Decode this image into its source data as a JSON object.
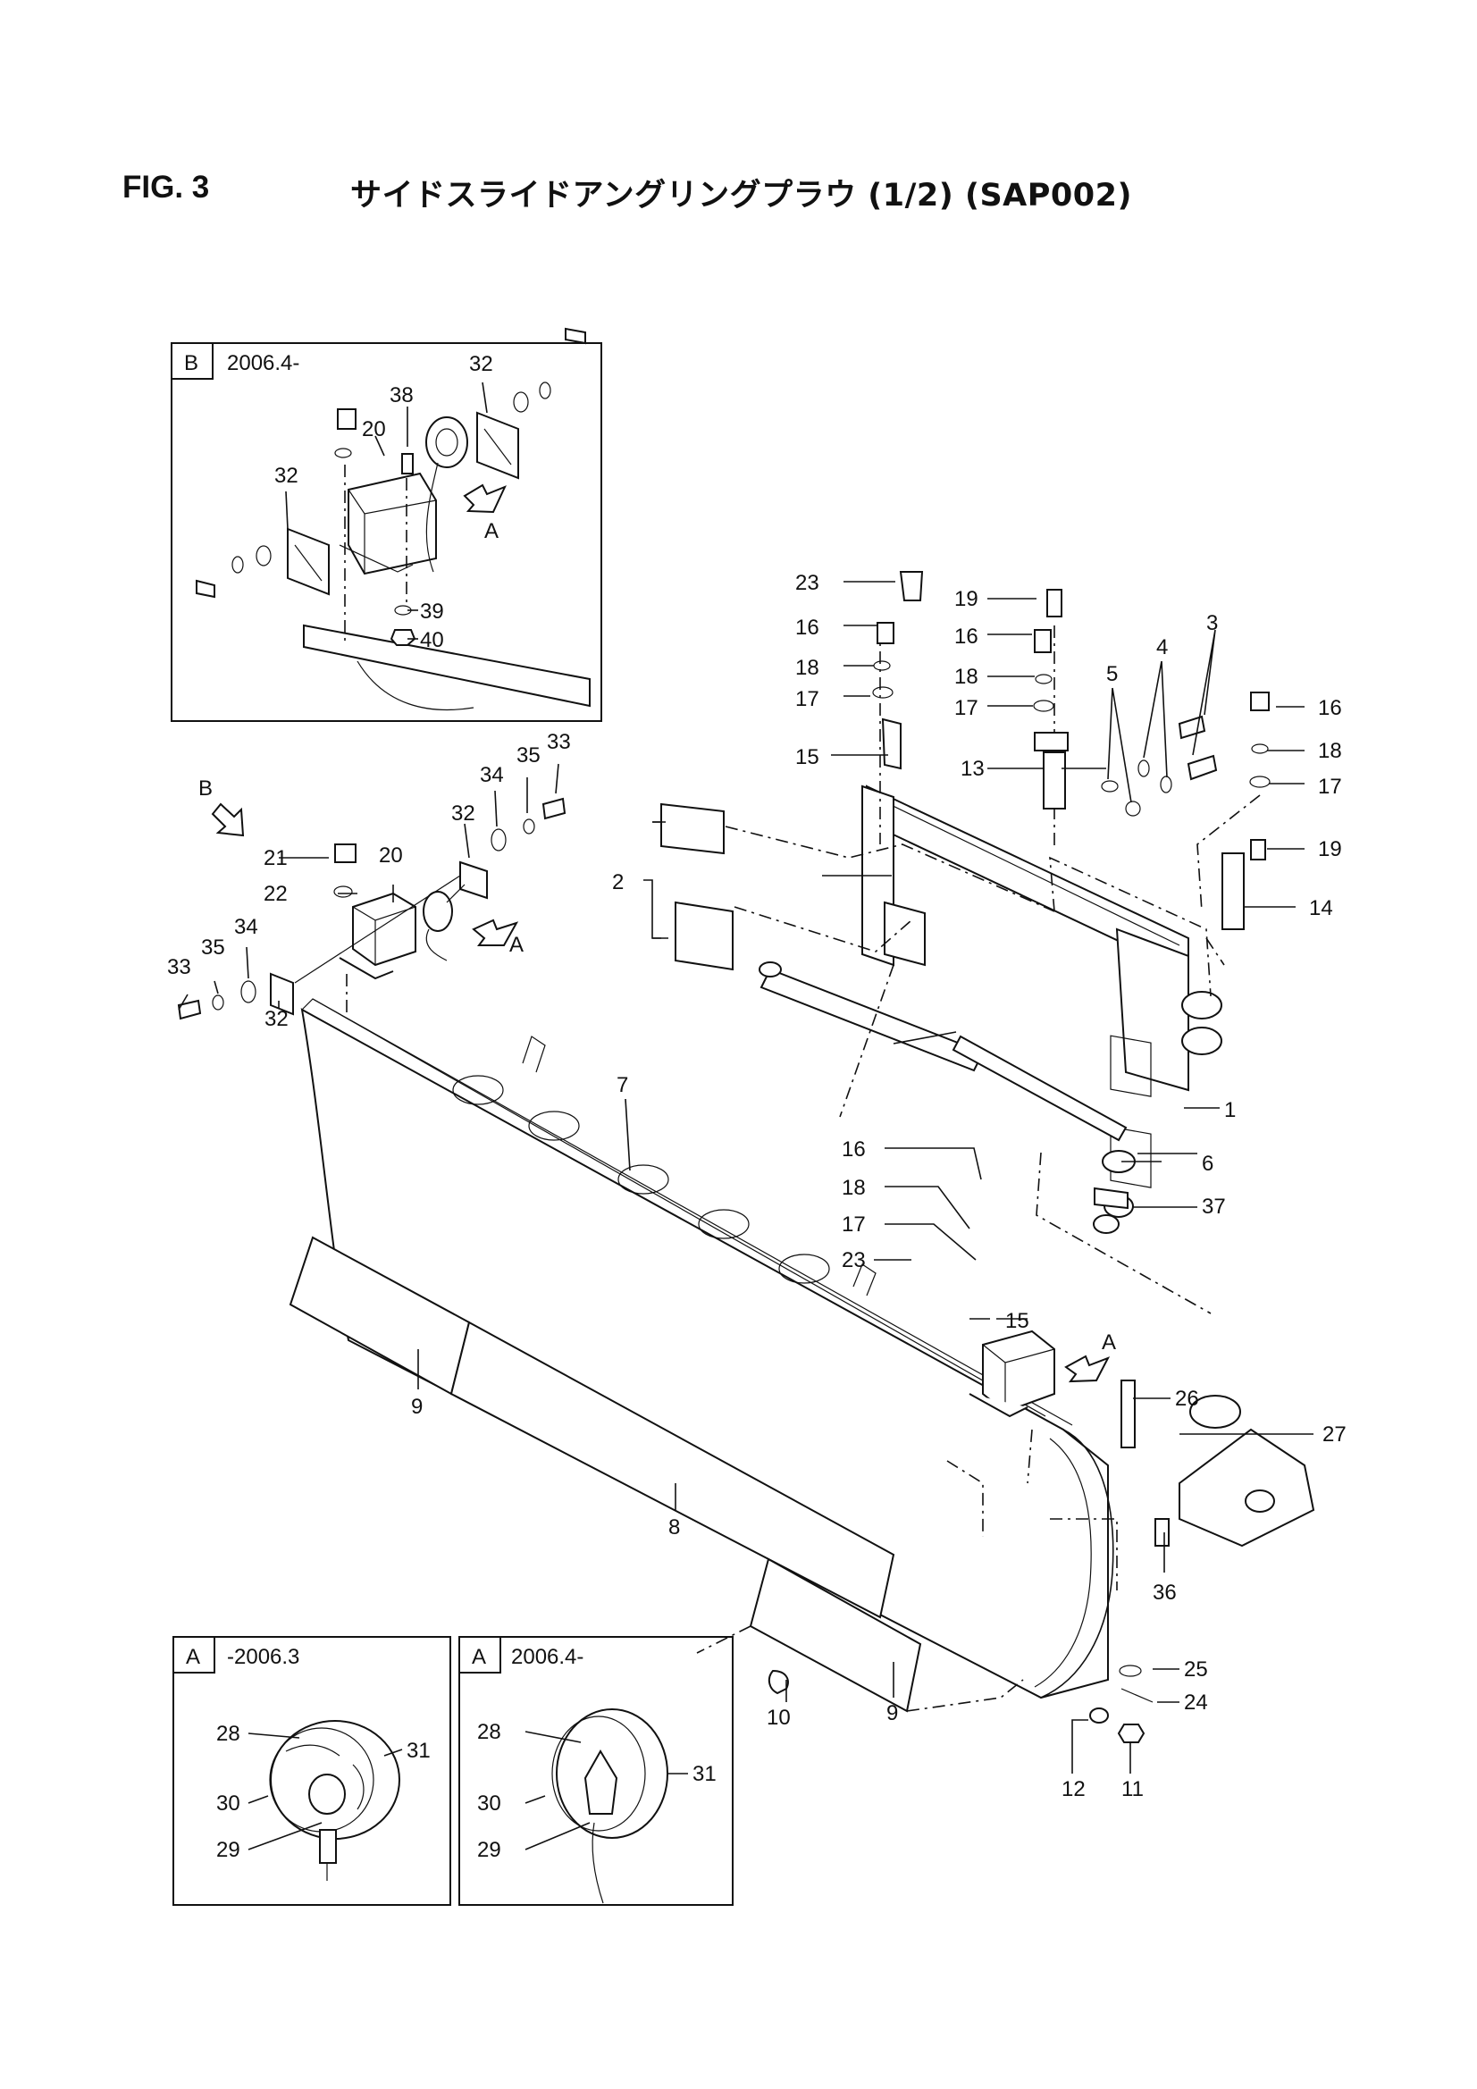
{
  "header": {
    "fig_label": "FIG. 3",
    "title": "サイドスライドアングリングプラウ (1/2) (SAP002)"
  },
  "insets": {
    "b": {
      "letter": "B",
      "period": "2006.4-"
    },
    "a_old": {
      "letter": "A",
      "period": "-2006.3"
    },
    "a_new": {
      "letter": "A",
      "period": "2006.4-"
    }
  },
  "view_arrows": {
    "a": "A",
    "b": "B"
  },
  "callouts": {
    "c1": "1",
    "c2": "2",
    "c3": "3",
    "c4": "4",
    "c5": "5",
    "c6": "6",
    "c7": "7",
    "c8": "8",
    "c9a": "9",
    "c9b": "9",
    "c10": "10",
    "c11": "11",
    "c12": "12",
    "c13": "13",
    "c14": "14",
    "c15a": "15",
    "c15b": "15",
    "c16a": "16",
    "c16b": "16",
    "c16c": "16",
    "c16d": "16",
    "c17a": "17",
    "c17b": "17",
    "c17c": "17",
    "c17d": "17",
    "c18a": "18",
    "c18b": "18",
    "c18c": "18",
    "c18d": "18",
    "c19a": "19",
    "c19b": "19",
    "c20": "20",
    "c21": "21",
    "c22": "22",
    "c23a": "23",
    "c23b": "23",
    "c24": "24",
    "c25": "25",
    "c26": "26",
    "c27": "27",
    "c28a": "28",
    "c28b": "28",
    "c29a": "29",
    "c29b": "29",
    "c30a": "30",
    "c30b": "30",
    "c31a": "31",
    "c31b": "31",
    "c32a": "32",
    "c32b": "32",
    "c33a": "33",
    "c33b": "33",
    "c34a": "34",
    "c34b": "34",
    "c35a": "35",
    "c35b": "35",
    "c36": "36",
    "c37": "37",
    "ib20": "20",
    "ib32a": "32",
    "ib32b": "32",
    "ib38": "38",
    "ib39": "39",
    "ib40": "40"
  }
}
